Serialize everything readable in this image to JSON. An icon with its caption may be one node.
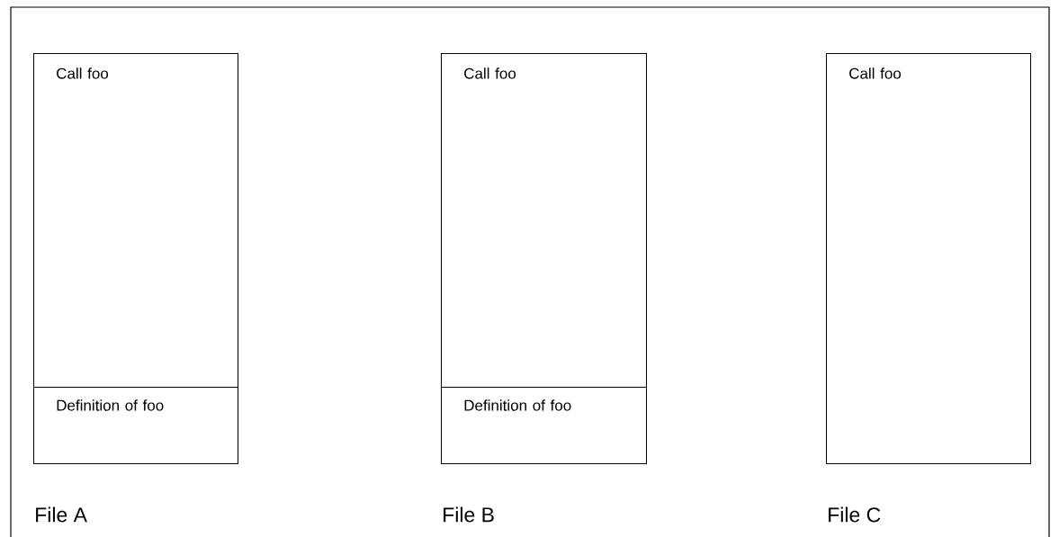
{
  "diagram": {
    "nodes": [
      {
        "text": [
          "Call foo"
        ],
        "beside": [
          "File A"
        ]
      },
      {
        "text": [
          "Definition of foo"
        ],
        "in": 0
      },
      {
        "text": [
          "Call foo"
        ],
        "beside": [
          "File B"
        ]
      },
      {
        "text": [
          "Definition of foo"
        ],
        "in": 2
      },
      {
        "text": [
          "Call foo"
        ],
        "beside": [
          "File C"
        ]
      }
    ]
  }
}
